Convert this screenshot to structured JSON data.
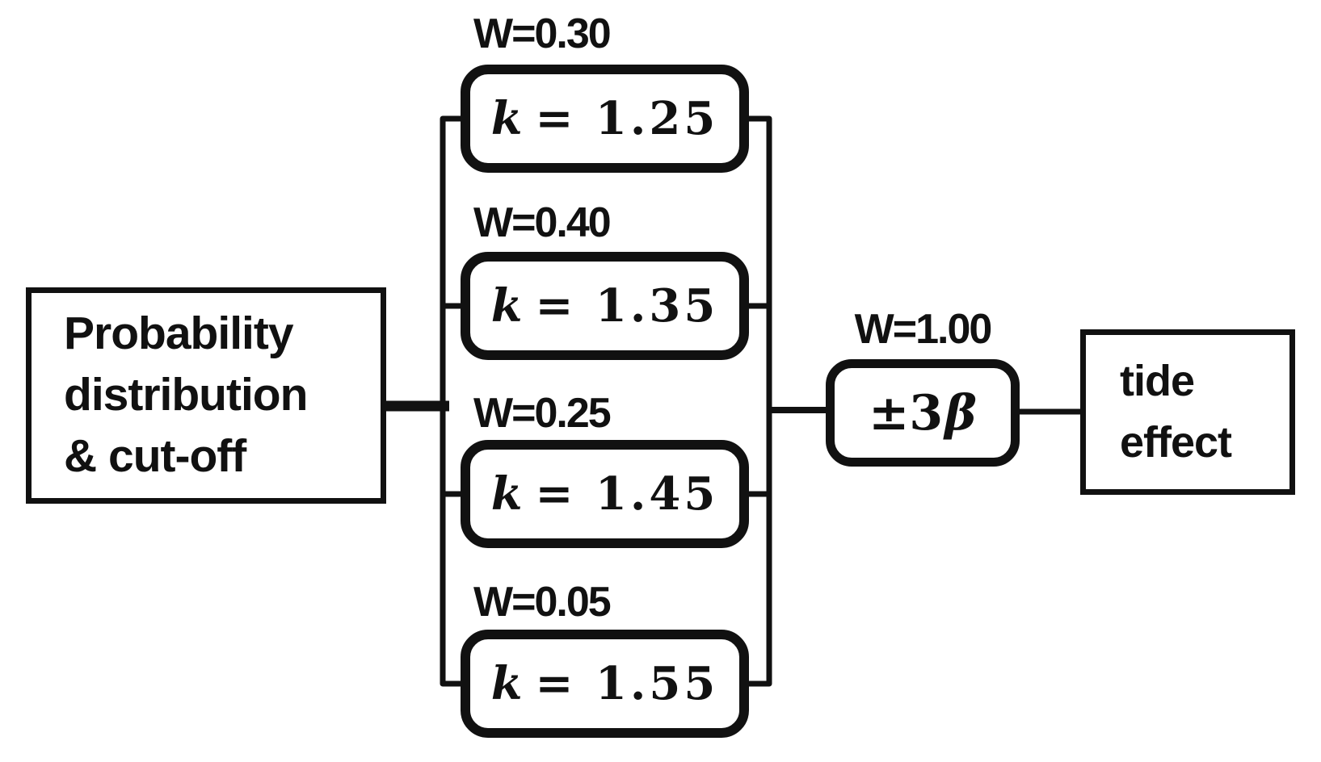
{
  "colors": {
    "ink": "#111111",
    "background": "#ffffff"
  },
  "diagram": {
    "type": "weighted-logic-tree",
    "root": {
      "lines": [
        "Probability",
        "distribution",
        "& cut-off"
      ]
    },
    "branches": [
      {
        "weight": "W=0.30",
        "variable": "k",
        "equation": "= 1.25"
      },
      {
        "weight": "W=0.40",
        "variable": "k",
        "equation": "= 1.35"
      },
      {
        "weight": "W=0.25",
        "variable": "k",
        "equation": "= 1.45"
      },
      {
        "weight": "W=0.05",
        "variable": "k",
        "equation": "= 1.55"
      }
    ],
    "merge": {
      "weight": "W=1.00",
      "value": "±3",
      "symbol": "β"
    },
    "result": {
      "lines": [
        "tide",
        "effect"
      ]
    }
  }
}
